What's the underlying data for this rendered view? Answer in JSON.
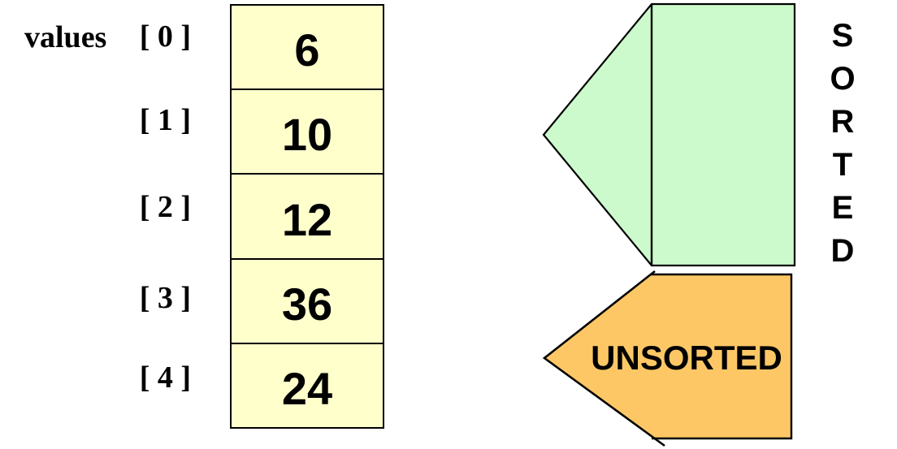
{
  "array": {
    "name": "values",
    "cells": [
      {
        "index_label": "[ 0 ]",
        "value": "6"
      },
      {
        "index_label": "[ 1 ]",
        "value": "10"
      },
      {
        "index_label": "[ 2 ]",
        "value": "12"
      },
      {
        "index_label": "[ 3 ]",
        "value": "36"
      },
      {
        "index_label": "[ 4 ]",
        "value": "24"
      }
    ]
  },
  "regions": {
    "sorted": {
      "label": "SORTED",
      "color": "#CCFACC"
    },
    "unsorted": {
      "label": "UNSORTED",
      "color": "#FDC766"
    }
  },
  "colors": {
    "cell_fill": "#FFFFCC",
    "outline": "#000000"
  }
}
